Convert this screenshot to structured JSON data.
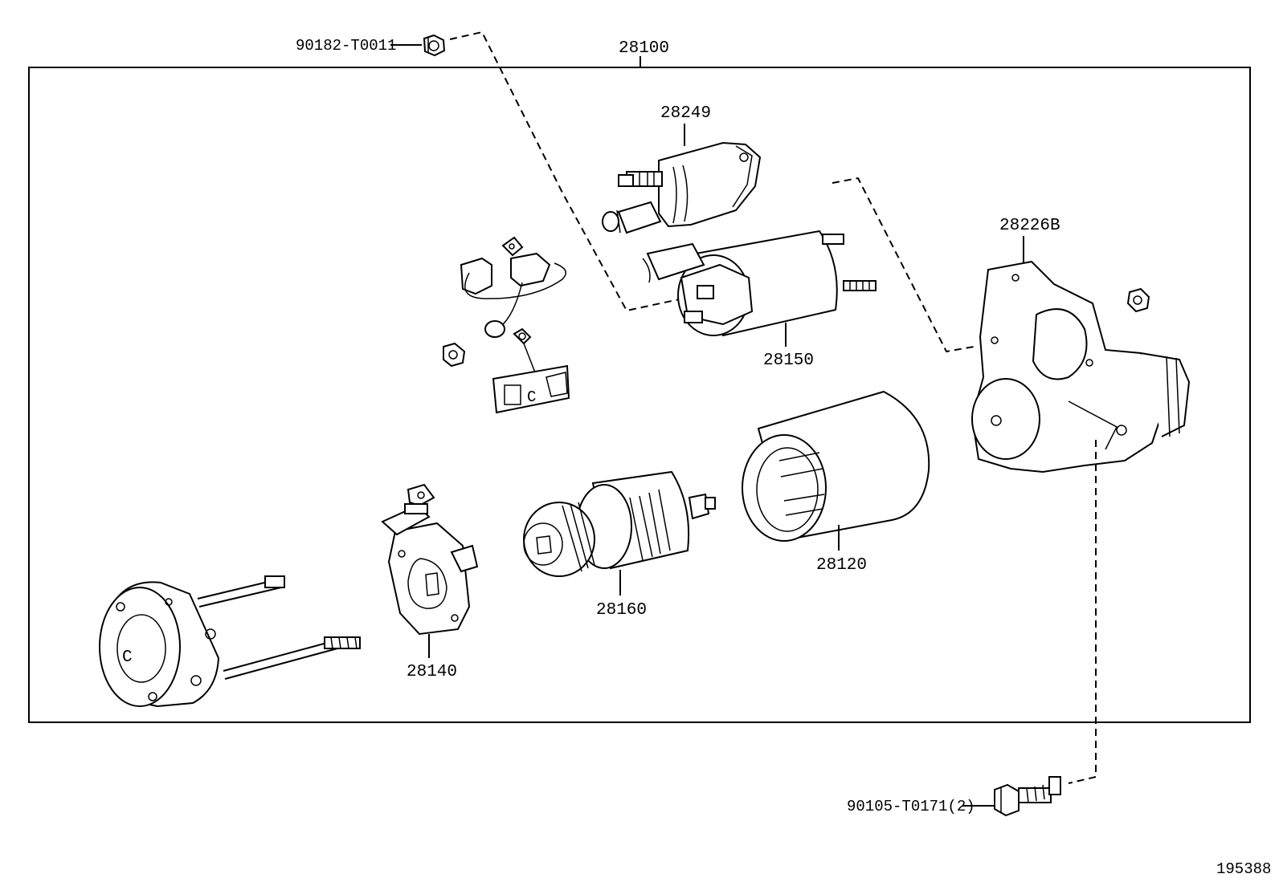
{
  "labels": {
    "assembly": "28100",
    "nut_top": "90182-T0011",
    "solenoid_cover": "28249",
    "solenoid": "28150",
    "drive_housing": "28226B",
    "yoke": "28120",
    "armature": "28160",
    "brush_holder": "28140",
    "bolt": "90105-T0171(2)",
    "ref_number": "195388"
  }
}
